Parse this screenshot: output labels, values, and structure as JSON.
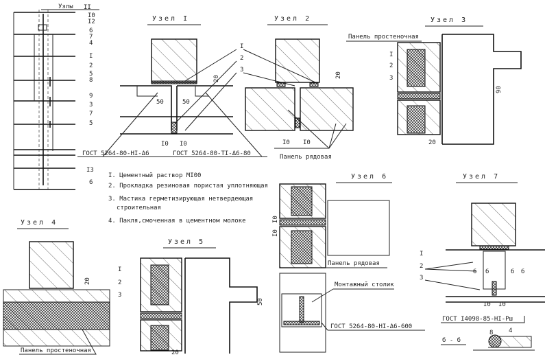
{
  "elevation": {
    "header": "Узлы",
    "labels": [
      "II",
      "I0",
      "I2",
      "6",
      "7",
      "4",
      "I",
      "2",
      "5",
      "8",
      "9",
      "3",
      "7",
      "5",
      "I3",
      "6"
    ]
  },
  "nodes": {
    "n1": {
      "title": "Узел I",
      "dims": [
        "50",
        "50",
        "I0",
        "I0",
        "20"
      ],
      "leaders": [
        "I",
        "2",
        "3"
      ]
    },
    "n2": {
      "title": "Узел 2",
      "dims": [
        "I0",
        "I0",
        "20"
      ]
    },
    "n3": {
      "title": "Узел 3",
      "panel": "Панель простеночная",
      "leaders": [
        "I",
        "2",
        "3"
      ],
      "dims": [
        "90",
        "20"
      ]
    },
    "n4": {
      "title": "Узел 4",
      "panel": "Панель простеночная",
      "dims": [
        "20"
      ]
    },
    "n5": {
      "title": "Узел 5",
      "leaders": [
        "I",
        "2",
        "3"
      ],
      "dims": [
        "50",
        "20"
      ]
    },
    "n6": {
      "title": "Узел 6",
      "panel": "Панель рядовая",
      "dims": [
        "I0",
        "I0"
      ]
    },
    "n7": {
      "title": "Узел 7",
      "leaders": [
        "I",
        "2",
        "3"
      ],
      "dims": [
        "I0",
        "I0"
      ],
      "section_marks": [
        "б",
        "б",
        "б",
        "б"
      ],
      "weld": "ГОСТ I4098-85-HI-Рш",
      "section": "б - б",
      "sec_dims": [
        "8",
        "4"
      ]
    }
  },
  "welds": {
    "w1": "ГОСТ 5264-80-HI-Δ6",
    "w2": "ГОСТ 5264-80-TI-Δ6-80",
    "w3": "ГОСТ 5264-80-HI-Δ6-600"
  },
  "panel_row": "Панель рядовая",
  "mount_table": "Монтажный столик",
  "legend": [
    "I. Цементный раствор MI00",
    "2. Прокладка резиновая пористая уплотняющая",
    "3. Мастика герметизирующая нетвердеющая",
    "строительная",
    "4. Пакля,смоченная в цементном молоке"
  ]
}
